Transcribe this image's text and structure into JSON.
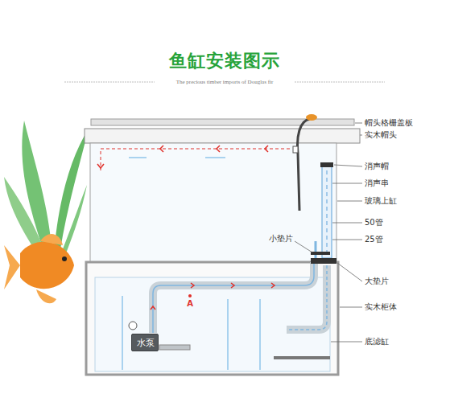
{
  "diagram": {
    "title": "鱼缸安装图示",
    "nodes": [
      {
        "text": [
          "水泵"
        ]
      }
    ],
    "labels": [
      "The precious timber imports of Douglas fir",
      "帽头格栅盖板",
      "实木帽头",
      "消声帽",
      "消声串",
      "玻璃上缸",
      "50管",
      "25管",
      "小垫片",
      "大垫片",
      "实木柜体",
      "底滤缸",
      "A"
    ]
  }
}
